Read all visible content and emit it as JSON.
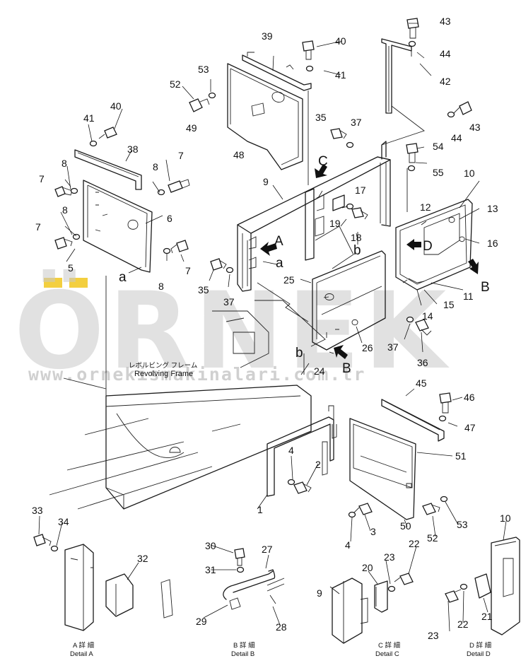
{
  "watermark": {
    "brand": "ÖRNEK",
    "url": "www.ornekismakinalari.com.tr",
    "accent_color": "#f3cf3f"
  },
  "frame_label_jp": "レボルビング フレーム",
  "frame_label": "Revolving Frame",
  "view_letters": [
    "A",
    "B",
    "C",
    "D",
    "a",
    "b"
  ],
  "details": [
    {
      "jp": "A 詳 細",
      "en": "Detail  A"
    },
    {
      "jp": "B 詳 細",
      "en": "Detail  B"
    },
    {
      "jp": "C 詳 細",
      "en": "Detail  C"
    },
    {
      "jp": "D 詳 細",
      "en": "Detail  D"
    }
  ],
  "callouts": [
    "1",
    "2",
    "3",
    "4",
    "5",
    "6",
    "7",
    "8",
    "9",
    "10",
    "11",
    "12",
    "13",
    "14",
    "15",
    "16",
    "17",
    "18",
    "19",
    "20",
    "21",
    "22",
    "23",
    "24",
    "25",
    "26",
    "27",
    "28",
    "29",
    "30",
    "31",
    "32",
    "33",
    "34",
    "35",
    "36",
    "37",
    "38",
    "39",
    "40",
    "41",
    "42",
    "43",
    "44",
    "45",
    "46",
    "47",
    "48",
    "49",
    "50",
    "51",
    "52",
    "53",
    "54",
    "55"
  ]
}
